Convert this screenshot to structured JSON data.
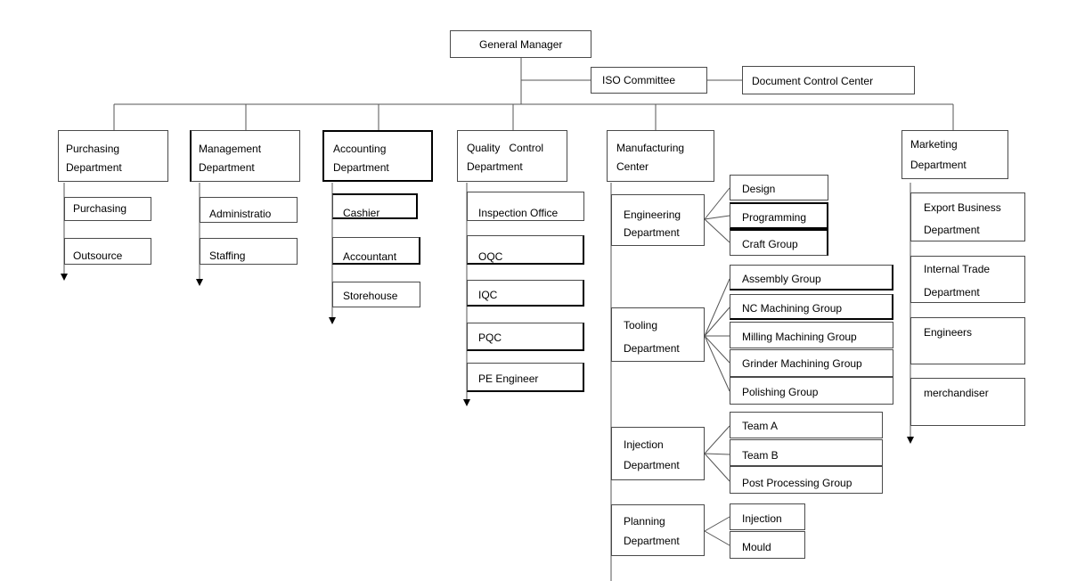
{
  "chart": {
    "root": "General Manager",
    "iso_committee": "ISO Committee",
    "document_control": "Document Control Center",
    "purchasing": {
      "title_line1": "Purchasing",
      "title_line2": "Department",
      "items": [
        "Purchasing",
        "Outsource"
      ]
    },
    "management": {
      "title_line1": "Management",
      "title_line2": "Department",
      "items": [
        "Administratio",
        "Staffing"
      ]
    },
    "accounting": {
      "title_line1": "Accounting",
      "title_line2": "Department",
      "items": [
        "Cashier",
        "Accountant",
        "Storehouse"
      ]
    },
    "quality": {
      "title_line1": "Quality   Control",
      "title_line2": "Department",
      "items": [
        "Inspection Office",
        "OQC",
        "IQC",
        "PQC",
        "PE Engineer"
      ]
    },
    "manufacturing": {
      "title_line1": "Manufacturing",
      "title_line2": "Center",
      "engineering": {
        "title_line1": "Engineering",
        "title_line2": "Department",
        "items": [
          "Design",
          "Programming",
          "Craft Group"
        ]
      },
      "tooling": {
        "title_line1": "Tooling",
        "title_line2": "Department",
        "items": [
          "Assembly Group",
          "NC Machining Group",
          "Milling Machining Group",
          "Grinder Machining Group",
          "Polishing Group"
        ]
      },
      "injection": {
        "title_line1": "Injection",
        "title_line2": "Department",
        "items": [
          "Team A",
          "Team B",
          "Post Processing Group"
        ]
      },
      "planning": {
        "title_line1": "Planning",
        "title_line2": "Department",
        "items": [
          "Injection",
          "Mould"
        ]
      }
    },
    "marketing": {
      "title_line1": "Marketing",
      "title_line2": "Department",
      "items": [
        {
          "line1": "Export Business",
          "line2": "Department"
        },
        {
          "line1": "Internal Trade",
          "line2": "Department"
        },
        {
          "line1": "Engineers",
          "line2": ""
        },
        {
          "line1": "merchandiser",
          "line2": ""
        }
      ]
    }
  }
}
